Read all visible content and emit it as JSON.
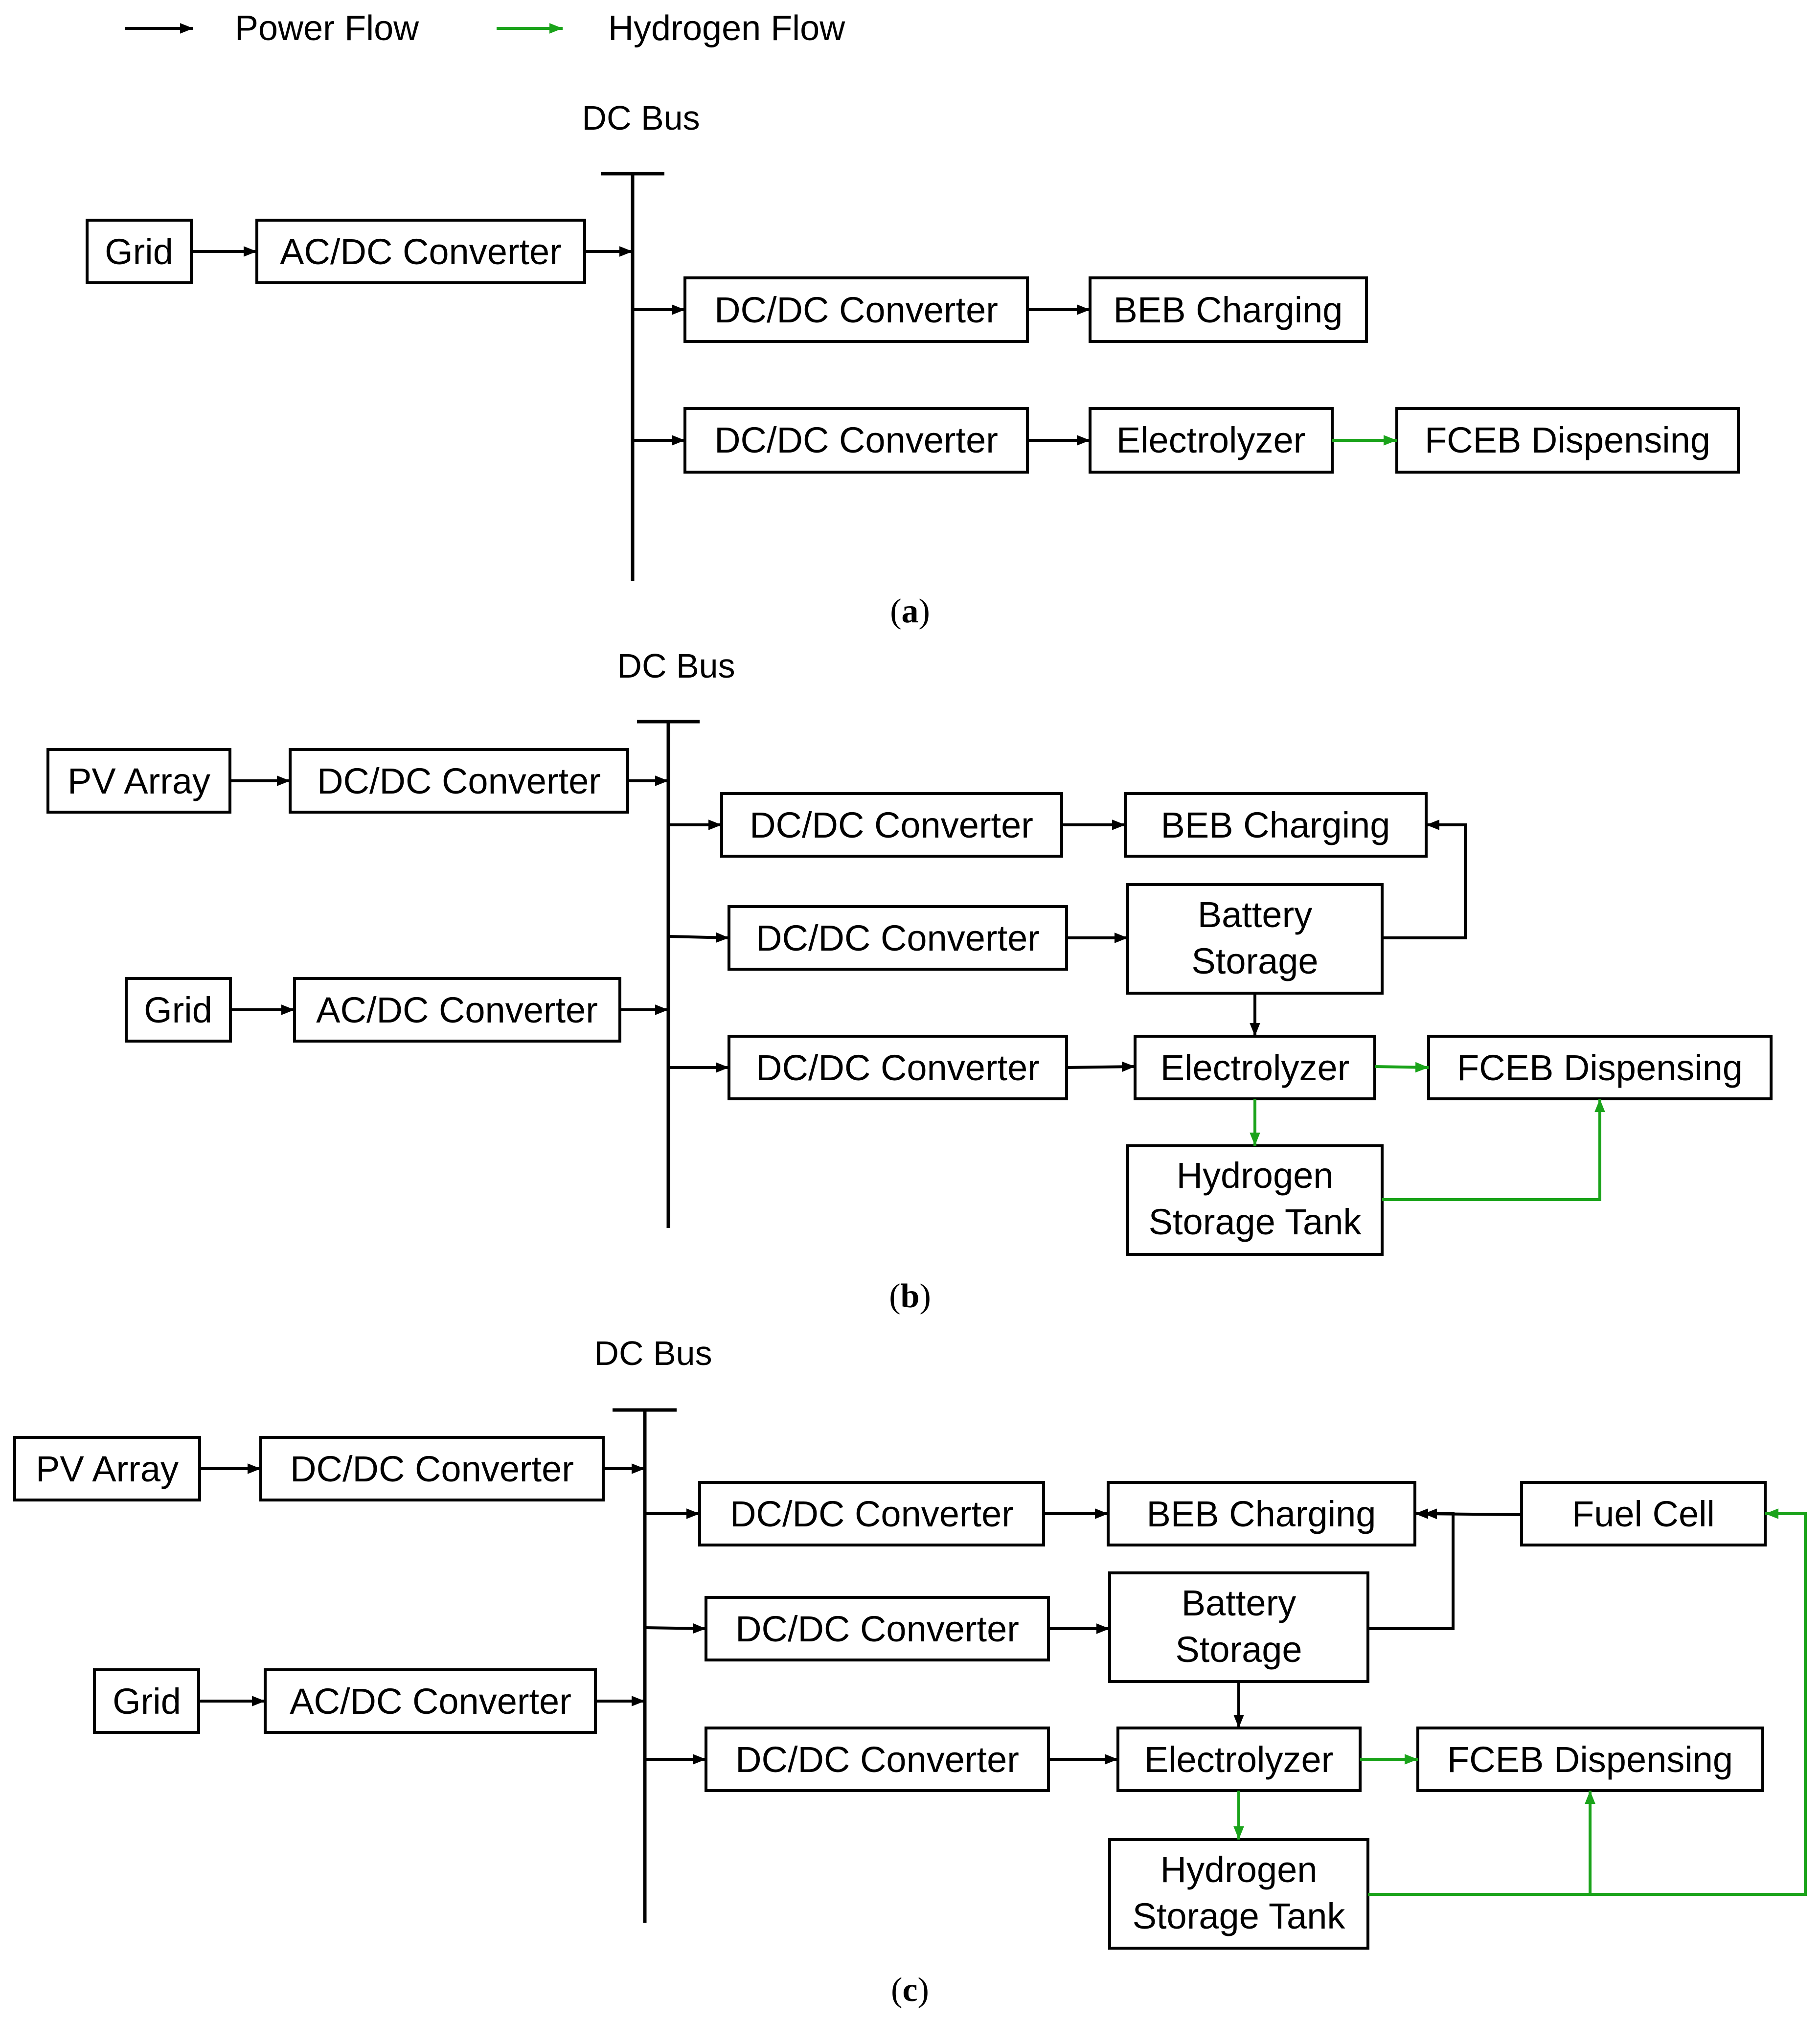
{
  "legend": {
    "power": "Power Flow",
    "hydrogen": "Hydrogen Flow",
    "power_color": "#000000",
    "hydrogen_color": "#1aa31a"
  },
  "panel_a": {
    "bus": "DC Bus",
    "grid": "Grid",
    "acdc": "AC/DC Converter",
    "dcdc1": "DC/DC Converter",
    "beb": "BEB Charging",
    "dcdc2": "DC/DC Converter",
    "electrolyzer": "Electrolyzer",
    "fceb": "FCEB Dispensing",
    "caption_open": "(",
    "caption_letter": "a",
    "caption_close": ")"
  },
  "panel_b": {
    "bus": "DC Bus",
    "pv": "PV Array",
    "pv_dcdc": "DC/DC Converter",
    "grid": "Grid",
    "acdc": "AC/DC Converter",
    "dcdc1": "DC/DC Converter",
    "beb": "BEB Charging",
    "dcdc2": "DC/DC Converter",
    "battery_1": "Battery",
    "battery_2": "Storage",
    "dcdc3": "DC/DC Converter",
    "electrolyzer": "Electrolyzer",
    "fceb": "FCEB Dispensing",
    "tank_1": "Hydrogen",
    "tank_2": "Storage Tank",
    "caption_open": "(",
    "caption_letter": "b",
    "caption_close": ")"
  },
  "panel_c": {
    "bus": "DC Bus",
    "pv": "PV Array",
    "pv_dcdc": "DC/DC Converter",
    "grid": "Grid",
    "acdc": "AC/DC Converter",
    "dcdc1": "DC/DC Converter",
    "beb": "BEB Charging",
    "fuelcell": "Fuel Cell",
    "dcdc2": "DC/DC Converter",
    "battery_1": "Battery",
    "battery_2": "Storage",
    "dcdc3": "DC/DC Converter",
    "electrolyzer": "Electrolyzer",
    "fceb": "FCEB Dispensing",
    "tank_1": "Hydrogen",
    "tank_2": "Storage Tank",
    "caption_open": "(",
    "caption_letter": "c",
    "caption_close": ")"
  }
}
